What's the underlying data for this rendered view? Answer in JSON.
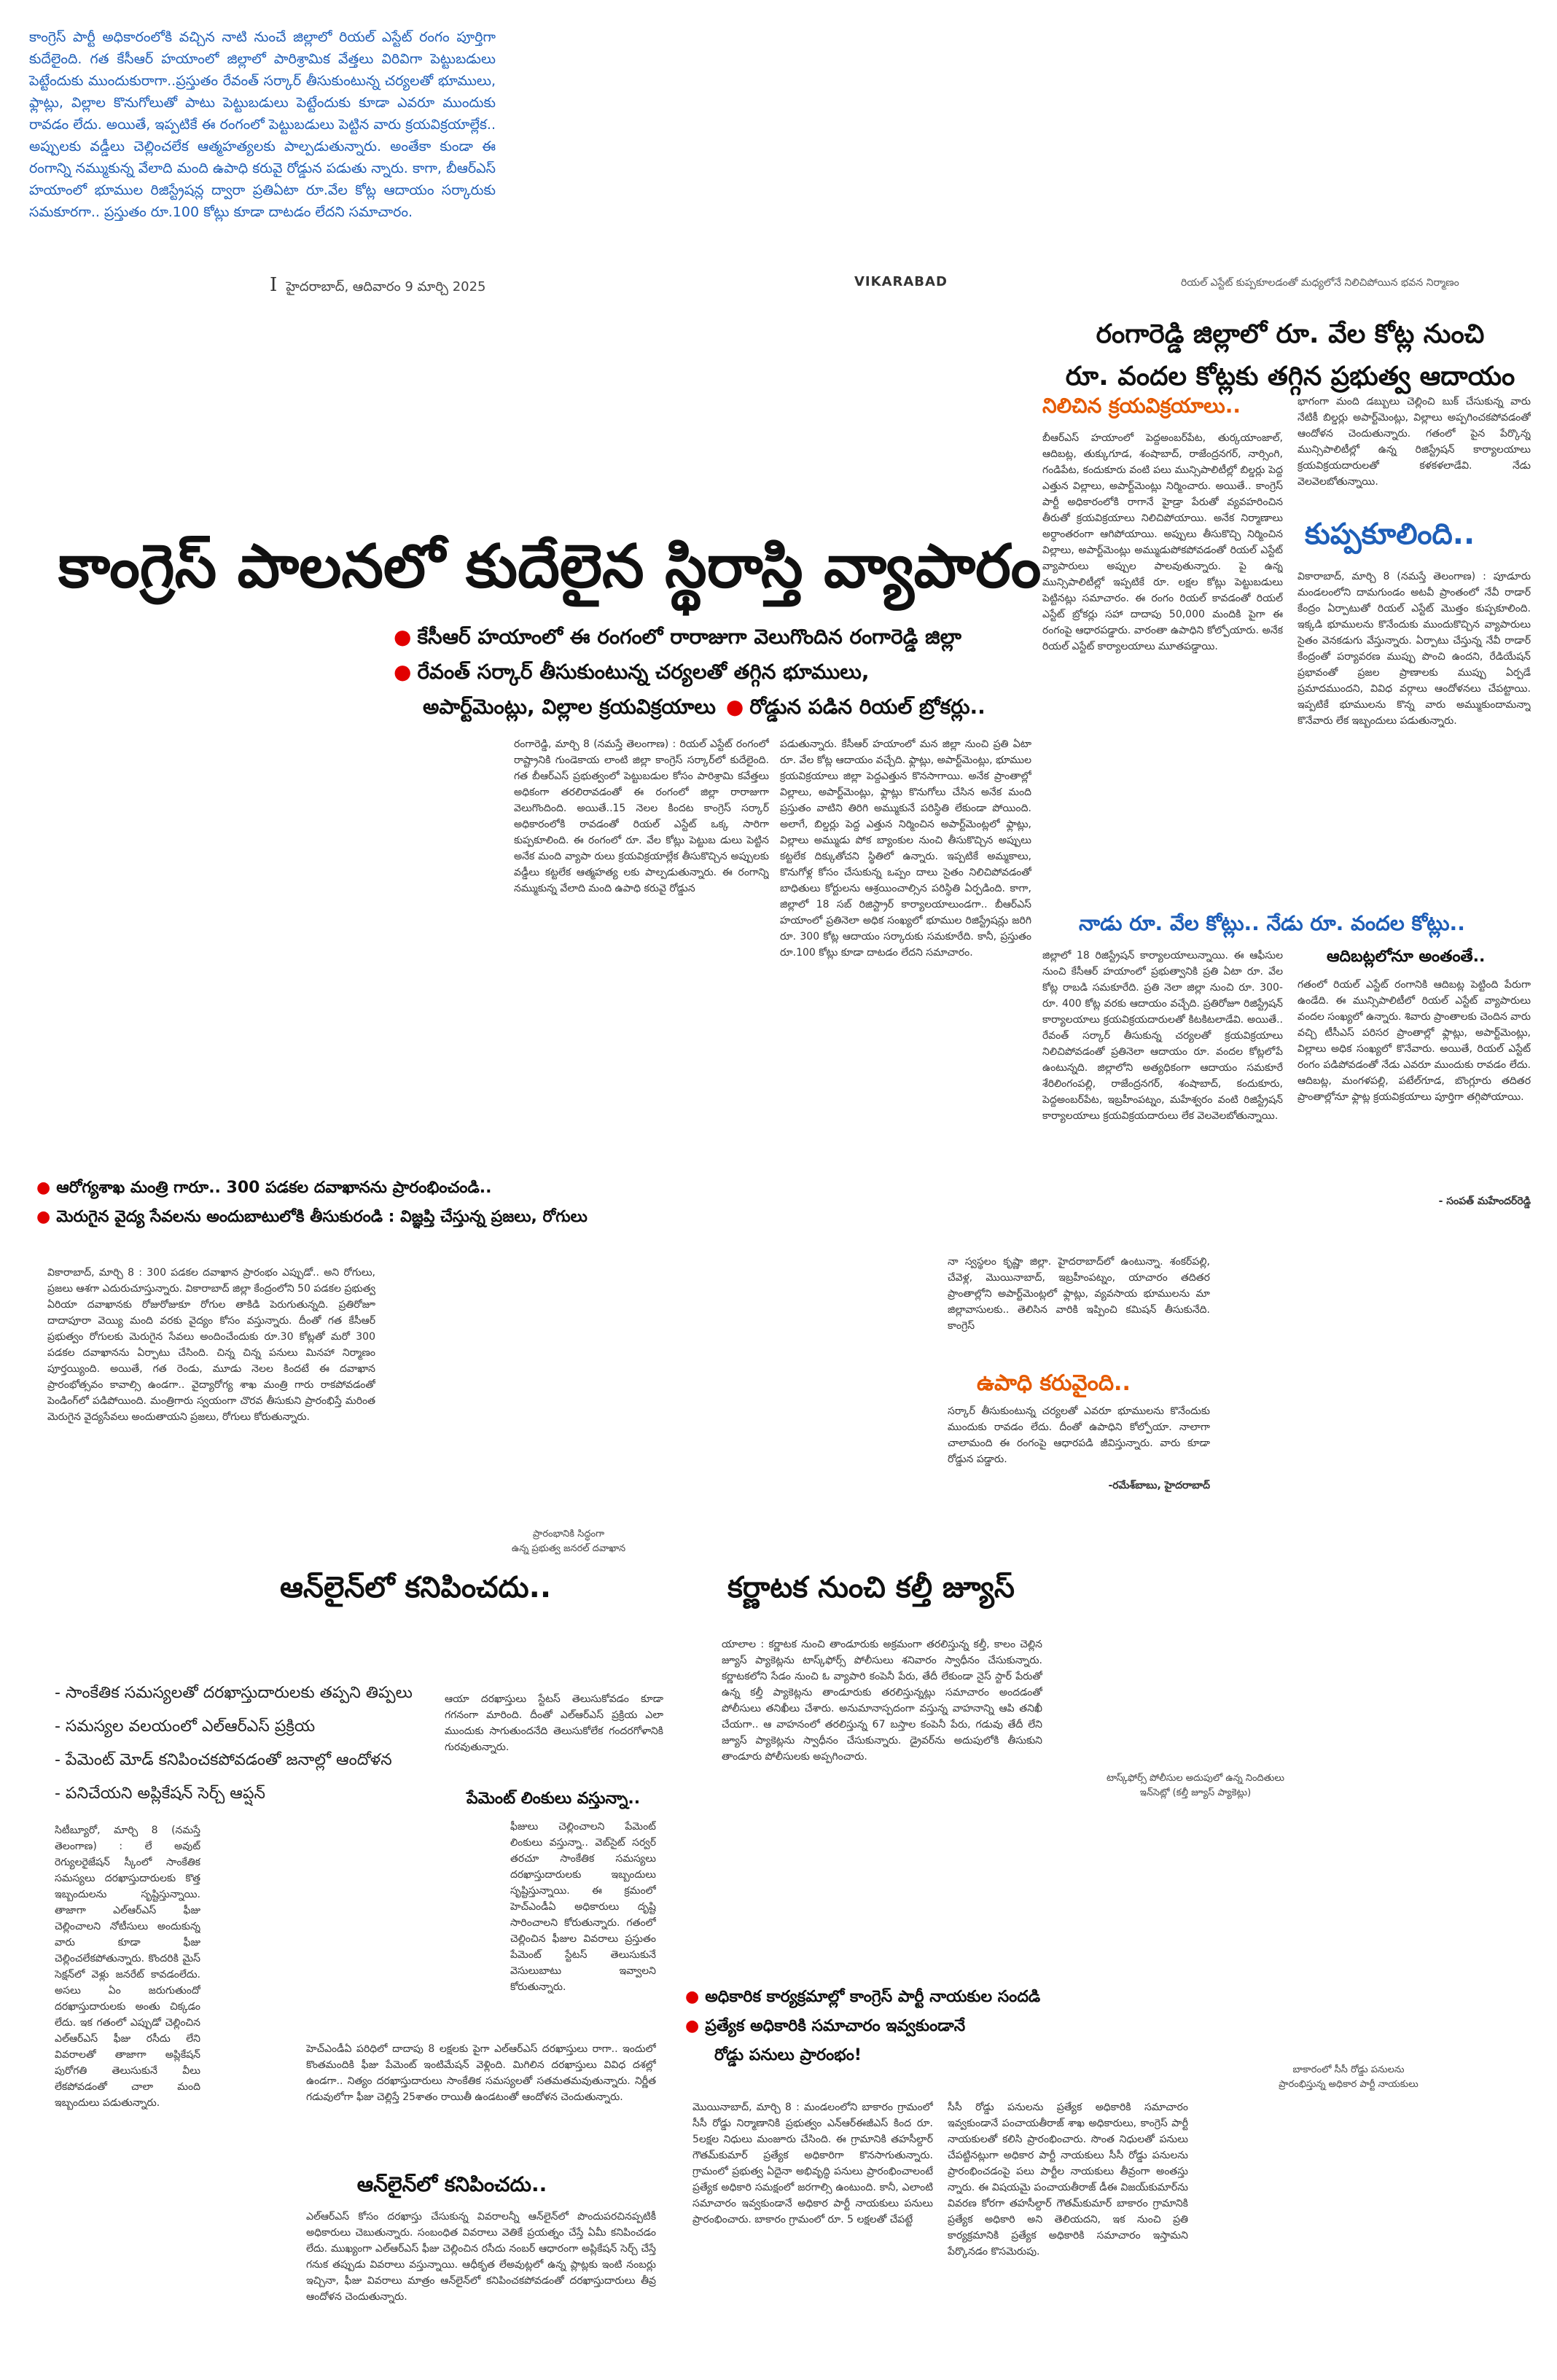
{
  "intro": {
    "text": "కాంగ్రెస్ పార్టీ అధికారంలోకి వచ్చిన నాటి నుంచే జిల్లాలో రియల్ ఎస్టేట్ రంగం పూర్తిగా కుదేలైంది. గత కేసీఆర్ హయాంలో జిల్లాలో పారిశ్రామిక వేత్తలు విరివిగా పెట్టుబడులు పెట్టేందుకు ముందుకురాగా..ప్రస్తుతం రేవంత్ సర్కార్ తీసుకుంటున్న చర్యలతో భూములు, ఫ్లాట్లు, విల్లాల కొనుగోలుతో పాటు పెట్టుబడులు పెట్టేందుకు కూడా ఎవరూ ముందుకు రావడం లేదు. అయితే, ఇప్పటికే ఈ రంగంలో పెట్టుబడులు పెట్టిన వారు క్రయవిక్రయాల్లేక.. అప్పులకు వడ్డీలు చెల్లించలేక ఆత్మహత్యలకు పాల్పడుతున్నారు. అంతేకా కుండా ఈ రంగాన్ని నమ్ముకున్న వేలాది మంది ఉపాధి కరువై రోడ్డున పడుతు న్నారు. కాగా, బీఆర్ఎస్ హయాంలో భూముల రిజిస్ట్రేషన్ల ద్వారా ప్రతిఏటా రూ.వేల కోట్ల ఆదాయం సర్కారుకు సమకూరగా.. ప్రస్తుతం రూ.100 కోట్లు కూడా దాటడం లేదని సమాచారం."
  },
  "masthead": {
    "dateline": "హైదరాబాద్, ఆదివారం 9 మార్చి 2025",
    "edition": "VIKARABAD",
    "photo_caption": "రియల్ ఎస్టేట్ కుప్పకూలడంతో మధ్యలోనే నిలిచిపోయిన భవన నిర్మాణం"
  },
  "main": {
    "headline": "కాంగ్రెస్ పాలనలో కుదేలైన స్థిరాస్తి వ్యాపారం",
    "bullets": [
      "కేసీఆర్ హయాంలో ఈ రంగంలో రారాజుగా వెలుగొందిన రంగారెడ్డి జిల్లా",
      "రేవంత్ సర్కార్ తీసుకుంటున్న చర్యలతో తగ్గిన భూములు,",
      "అపార్ట్‌మెంట్లు, విల్లాల క్రయవిక్రయాలు"
    ],
    "bullet_tail": "రోడ్డున పడిన రియల్ బ్రోకర్లు..",
    "body_left": "రంగారెడ్డి, మార్చి 8 (నమస్తే తెలంగాణ) : రియల్ ఎస్టేట్ రంగంలో రాష్ట్రానికి గుండెకాయ లాంటి జిల్లా కాంగ్రెస్ సర్కార్‌లో కుదేలైంది. గత బీఆర్ఎస్ ప్రభుత్వంలో పెట్టుబడుల కోసం పారిశ్రామి కవేత్తలు అధికంగా తరలిరావడంతో ఈ రంగంలో జిల్లా రారాజుగా వెలుగొందింది. అయితే..15 నెలల కిందట కాంగ్రెస్ సర్కార్ అధికారంలోకి రావడంతో రియల్ ఎస్టేట్ ఒక్క సారిగా కుప్పకూలింది. ఈ రంగంలో రూ. వేల కోట్లు పెట్టుబ డులు పెట్టిన అనేక మంది వ్యాపా రులు క్రయవిక్రయాల్లేక తీసుకొచ్చిన అప్పులకు వడ్డీలు కట్టలేక ఆత్మహత్య లకు పాల్పడుతున్నారు. ఈ రంగాన్ని నమ్ముకున్న వేలాది మంది ఉపాధి కరువై రోడ్డున",
    "body_right": "పడుతున్నారు. కేసీఆర్ హయాంలో మన జిల్లా నుంచి ప్రతి ఏటా రూ. వేల కోట్ల ఆదాయం వచ్చేది. ఫ్లాట్లు, అపార్ట్‌మెంట్లు, భూముల క్రయవిక్రయాలు జిల్లా పెద్దఎత్తున కొనసాగాయి. అనేక ప్రాంతాల్లో విల్లాలు, అపార్ట్‌మెంట్లు, ఫ్లాట్లు కొనుగోలు చేసిన అనేక మంది ప్రస్తుతం వాటిని తిరిగి అమ్ముకునే పరిస్థితి లేకుండా పోయింది. అలాగే, బిల్డర్లు పెద్ద ఎత్తున నిర్మించిన అపార్ట్‌మెంట్లలో ఫ్లాట్లు, విల్లాలు అమ్ముడు పోక బ్యాంకుల నుంచి తీసుకొచ్చిన అప్పులు కట్టలేక దిక్కుతోచని స్థితిలో ఉన్నారు. ఇప్పటికే అమ్మకాలు, కొనుగోళ్ల కోసం చేసుకున్న ఒప్పం దాలు సైతం నిలిచిపోవడంతో బాధితులు కోర్టులను ఆశ్రయించాల్సిన పరిస్థితి ఏర్పడింది. కాగా, జిల్లాలో 18 సబ్ రిజిస్ట్రార్ కార్యాలయాలుండగా.. బీఆర్ఎస్ హయాంలో ప్రతినెలా అధిక సంఖ్యలో భూముల రిజిస్ట్రేషన్లు జరిగి రూ. 300 కోట్ల ఆదాయం సర్కారుకు సమకూరేది. కానీ, ప్రస్తుతం రూ.100 కోట్లు కూడా దాటడం లేదని సమాచారం."
  },
  "right_top": {
    "headline_line1": "రంగారెడ్డి జిల్లాలో రూ. వేల కోట్ల నుంచి",
    "headline_line2": "రూ. వందల కోట్లకు తగ్గిన ప్రభుత్వ ఆదాయం",
    "sub1": "నిలిచిన క్రయవిక్రయాలు..",
    "col1": "బీఆర్ఎస్ హయాంలో పెద్దఅంబర్‌పేట, తుర్కయాంజాల్, ఆదిబట్ల, తుక్కుగూడ, శంషాబాద్, రాజేంద్రనగర్, నార్సింగి, గండిపేట, కందుకూరు వంటి పలు మున్సిపాలిటీల్లో బిల్డర్లు పెద్ద ఎత్తున విల్లాలు, అపార్ట్‌మెంట్లు నిర్మించారు. అయితే.. కాంగ్రెస్ పార్టీ అధికారంలోకి రాగానే హైడ్రా పేరుతో వ్యవహరించిన తీరుతో క్రయవిక్రయాలు నిలిచిపోయాయి. అనేక నిర్మాణాలు అర్ధాంతరంగా ఆగిపోయాయి. అప్పులు తీసుకొచ్చి నిర్మించిన విల్లాలు, అపార్ట్‌మెంట్లు అమ్ముడుపోకపోవడంతో రియల్ ఎస్టేట్ వ్యాపారులు అప్పుల పాలవుతున్నారు. పై ఉన్న మున్సిపాలిటీల్లో ఇప్పటికే రూ. లక్షల కోట్లు పెట్టుబడులు పెట్టినట్లు సమాచారం. ఈ రంగం రియల్ కావడంతో రియల్ ఎస్టేట్ బ్రోకర్లు సహా దాదాపు 50,000 మందికి పైగా ఈ రంగంపై ఆధారపడ్డారు. వారంతా ఉపాధిని కోల్పోయారు. అనేక రియల్ ఎస్టేట్ కార్యాలయాలు మూతపడ్డాయి.",
    "col2": "భాగంగా మంది డబ్బులు చెల్లించి బుక్ చేసుకున్న వారు నేటికీ బిల్డర్లు అపార్ట్‌మెంట్లు, విల్లాలు అప్పగించకపోవడంతో ఆందోళన చెందుతున్నారు. గతంలో పైన పేర్కొన్న మున్సిపాలిటీల్లో ఉన్న రిజిస్ట్రేషన్ కార్యాలయాలు క్రయవిక్రయదారులతో కళకళలాడేవి. నేడు వెలవెలబోతున్నాయి.",
    "sub2": "కుప్పకూలింది..",
    "col3": "వికారాబాద్, మార్చి 8 (నమస్తే తెలంగాణ) : పూడూరు మండలంలోని దామగుండం అటవీ ప్రాంతంలో నేవీ రాడార్ కేంద్రం ఏర్పాటుతో రియల్ ఎస్టేట్ మొత్తం కుప్పకూలింది. ఇక్కడి భూములను కొనేందుకు ముందుకొచ్చిన వ్యాపారులు సైతం వెనకడుగు వేస్తున్నారు. ఏర్పాటు చేస్తున్న నేవీ రాడార్ కేంద్రంతో పర్యావరణ ముప్పు పొంచి ఉందని, రేడియేషన్ ప్రభావంతో ప్రజల ప్రాణాలకు ముప్పు ఏర్పడే ప్రమాదముందని, వివిధ వర్గాలు ఆందోళనలు చేపట్టాయి. ఇప్పటికే భూములను కొన్న వారు అమ్ముకుందామన్నా కొనేవారు లేక ఇబ్బందులు పడుతున్నారు.",
    "sub3": "నాడు రూ. వేల కోట్లు.. నేడు రూ. వందల కోట్లు..",
    "col4": "జిల్లాలో 18 రిజిస్ట్రేషన్ కార్యాలయాలున్నాయి. ఈ ఆఫీసుల నుంచి కేసీఆర్ హయాంలో ప్రభుత్వానికి ప్రతి ఏటా రూ. వేల కోట్ల రాబడి సమకూరేది. ప్రతి నెలా జిల్లా నుంచి రూ. 300-రూ. 400 కోట్ల వరకు ఆదాయం వచ్చేది. ప్రతిరోజూ రిజిస్ట్రేషన్ కార్యాలయాలు క్రయవిక్రయదారులతో కిటకిటలాడేవి. అయితే.. రేవంత్ సర్కార్ తీసుకున్న చర్యలతో క్రయవిక్రయాలు నిలిచిపోవడంతో ప్రతినెలా ఆదాయం రూ. వందల కోట్లలోపే ఉంటున్నది. జిల్లాలోని అత్యధికంగా ఆదాయం సమకూరే శేరిలింగంపల్లి, రాజేంద్రనగర్, శంషాబాద్, కందుకూరు, పెద్దఅంబర్‌పేట, ఇబ్రహీంపట్నం, మహేశ్వరం వంటి రిజిస్ట్రేషన్ కార్యాలయాలు క్రయవిక్రయదారులు లేక వెలవెలబోతున్నాయి.",
    "sub4": "ఆదిబట్లలోనూ అంతంతే..",
    "col5": "గతంలో రియల్ ఎస్టేట్ రంగానికి ఆదిబట్ల పెట్టింది పేరుగా ఉండేది. ఈ మున్సిపాలిటీలో రియల్ ఎస్టేట్ వ్యాపారులు వందల సంఖ్యలో ఉన్నారు. శివారు ప్రాంతాలకు చెందిన వారు వచ్చి టీసీఎస్ పరిసర ప్రాంతాల్లో ఫ్లాట్లు, అపార్ట్‌మెంట్లు, విల్లాలు అధిక సంఖ్యలో కొనేవారు. అయితే, రియల్ ఎస్టేట్ రంగం పడిపోవడంతో నేడు ఎవరూ ముందుకు రావడం లేదు. ఆదిబట్ల, మంగళపల్లి, పటేల్‌గూడ, బొంగ్లూరు తదితర ప్రాంతాల్లోనూ ఫ్లాట్ల క్రయవిక్రయాలు పూర్తిగా తగ్గిపోయాయి.",
    "signature": "- సంపత్ మహేందర్‌రెడ్డి"
  },
  "health": {
    "bullet1": "ఆరోగ్యశాఖ మంత్రి గారూ.. 300 పడకల దవాఖానను ప్రారంభించండి..",
    "bullet2": "మెరుగైన వైద్య సేవలను అందుబాటులోకి తీసుకురండి : విజ్ఞప్తి చేస్తున్న ప్రజలు, రోగులు",
    "body": "వికారాబాద్, మార్చి 8 : 300 పడకల దవాఖాన ప్రారంభం ఎప్పుడో.. అని రోగులు, ప్రజలు ఆశగా ఎదురుచూస్తున్నారు. వికారాబాద్ జిల్లా కేంద్రంలోని 50 పడకల ప్రభుత్వ ఏరియా దవాఖానకు రోజురోజుకూ రోగుల తాకిడి పెరుగుతున్నది. ప్రతిరోజూ దాదాపూరా వెయ్యి మంది వరకు వైద్యం కోసం వస్తున్నారు. దీంతో గత కేసీఆర్ ప్రభుత్వం రోగులకు మెరుగైన సేవలు అందించేందుకు రూ.30 కోట్లతో మరో 300 పడకల దవాఖానను ఏర్పాటు చేసింది. చిన్న చిన్న పనులు మినహా నిర్మాణం పూర్తయ్యింది. అయితే, గత రెండు, మూడు నెలల కిందటే ఈ దవాఖాన ప్రారంభోత్సవం కావాల్సి ఉండగా.. వైద్యారోగ్య శాఖ మంత్రి గారు రాకపోవడంతో పెండింగ్‌లో పడిపోయింది. మంత్రిగారు స్వయంగా చొరవ తీసుకుని ప్రారంభిస్తే మరింత మెరుగైన వైద్యసేవలు అందుతాయని ప్రజలు, రోగులు కోరుతున్నారు.",
    "photo_caption_line1": "ప్రారంభానికి సిద్ధంగా",
    "photo_caption_line2": "ఉన్న ప్రభుత్వ జనరల్ దవాఖాన"
  },
  "mid_right": {
    "col_top": "నా స్వస్థలం కృష్ణా జిల్లా. హైదరాబాద్‌లో ఉంటున్నా. శంకర్‌పల్లి, చేవెళ్ల, మొయినాబాద్, ఇబ్రహీంపట్నం, యాచారం తదితర ప్రాంతాల్లోని అపార్ట్‌మెంట్లలో ఫ్లాట్లు, వ్యవసాయ భూములను మా జిల్లావాసులకు.. తెలిసిన వారికి ఇప్పించి కమిషన్ తీసుకునేది. కాంగ్రెస్",
    "sub": "ఉపాధి కరువైంది..",
    "col_bottom": "సర్కార్ తీసుకుంటున్న చర్యలతో ఎవరూ భూములను కొనేందుకు ముందుకు రావడం లేదు. దీంతో ఉపాధిని కోల్పోయా. నాలాగా చాలామంది ఈ రంగంపై ఆధారపడి జీవిస్తున్నారు. వారు కూడా రోడ్డున పడ్డారు.",
    "signature": "-రమేశ్‌బాబు, హైదరాబాద్"
  },
  "online": {
    "headline": "ఆన్‌లైన్‌లో కనిపించదు..",
    "bullets": [
      "- సాంకేతిక సమస్యలతో దరఖాస్తుదారులకు తప్పని తిప్పలు",
      "- సమస్యల వలయంలో ఎల్ఆర్ఎస్ ప్రక్రియ",
      "- పేమెంట్ మోడ్ కనిపించకపోవడంతో జనాల్లో ఆందోళన",
      "- పనిచేయని అప్లికేషన్ సెర్చ్ ఆప్షన్"
    ],
    "col1": "సిటీబ్యూరో, మార్చి 8 (నమస్తే తెలంగాణ) : లే అవుట్ రెగ్యులరైజేషన్ స్కీంలో సాంకేతిక సమస్యలు దరఖాస్తుదారులకు కొత్త ఇబ్బందులను సృష్టిస్తున్నాయి. తాజాగా ఎల్ఆర్ఎస్ ఫీజు చెల్లించాలని నోటీసులు అందుకున్న వారు కూడా ఫీజు చెల్లించలేకపోతున్నారు. కొందరికి మైస్ సెక్షన్‌లో వెళ్లు జనరేట్ కావడంలేదు. అసలు ఏం జరుగుతుందో దరఖాస్తుదారులకు అంతు చిక్కడం లేదు. ఇక గతంలో ఎప్పుడో చెల్లించిన ఎల్ఆర్ఎస్ ఫీజు రసీదు లేని వివరాలతో తాజాగా అప్లికేషన్ పురోగతి తెలుసుకునే వీలు లేకపోవడంతో చాలా మంది ఇబ్బందులు పడుతున్నారు.",
    "col2": "ఆయా దరఖాస్తులు స్టేటస్ తెలుసుకోవడం కూడా గగనంగా మారింది. దీంతో ఎల్ఆర్ఎస్ ప్రక్రియ ఎలా ముందుకు సాగుతుందనేది తెలుసుకోలేక గందరగోళానికి గురవుతున్నారు.",
    "sub": "పేమెంట్ లింకులు వస్తున్నా..",
    "col3": "ఫీజులు చెల్లించాలని పేమెంట్ లింకులు వస్తున్నా.. వెబ్‌సైట్ సర్వర్ తరచూ సాంకేతిక సమస్యలు దరఖాస్తుదారులకు ఇబ్బందులు సృష్టిస్తున్నాయి. ఈ క్రమంలో హెచ్ఎండీఏ అధికారులు దృష్టి సారించాలని కోరుతున్నారు. గతంలో చెల్లించిన ఫీజుల వివరాలు ప్రస్తుతం పేమెంట్ స్టేటస్ తెలుసుకునే వెసులుబాటు ఇవ్వాలని కోరుతున్నారు.",
    "col4": "హెచ్ఎండీఏ పరిధిలో దాదాపు 8 లక్షలకు పైగా ఎల్ఆర్ఎస్ దరఖాస్తులు రాగా.. ఇందులో కొంతమందికి ఫీజు పేమెంట్ ఇంటిమేషన్ వెళ్లింది. మిగిలిన దరఖాస్తులు వివిధ దశల్లో ఉండగా.. నిత్యం దరఖాస్తుదారులు సాంకేతిక సమస్యలతో సతమతమవుతున్నారు. నిర్ణీత గడువులోగా ఫీజు చెల్లిస్తే 25శాతం రాయితీ ఉండటంతో ఆందోళన చెందుతున్నారు.",
    "headline2": "ఆన్‌లైన్‌లో కనిపించదు..",
    "col5": "ఎల్ఆర్ఎస్ కోసం దరఖాస్తు చేసుకున్న వివరాలన్నీ ఆన్‌లైన్‌లో పొందుపరచినప్పటికీ అధికారులు చెబుతున్నారు. సంబంధిత వివరాలు వెతికే ప్రయత్నం చేస్తే ఏమీ కనిపించడం లేదు. ముఖ్యంగా ఎల్ఆర్ఎస్ ఫీజు చెల్లించిన రసీదు నంబర్ ఆధారంగా అప్లికేషన్ సెర్చ్ చేస్తే గనుక తప్పుడు వివరాలు వస్తున్నాయి. ఆధీకృత లేఅవుట్లలో ఉన్న ప్లాట్లకు ఇంటి నంబర్లు ఇచ్చినా, ఫీజు వివరాలు మాత్రం ఆన్‌లైన్‌లో కనిపించకపోవడంతో దరఖాస్తుదారులు తీవ్ర ఆందోళన చెందుతున్నారు."
  },
  "karnataka": {
    "headline": "కర్ణాటక నుంచి కల్తీ జ్యూస్",
    "body": "యాలాల : కర్ణాటక నుంచి తాండూరుకు అక్రమంగా తరలిస్తున్న కల్తీ, కాలం చెల్లిన జ్యూస్ ప్యాకెట్లను టాస్క్‌ఫోర్స్ పోలీసులు శనివారం స్వాధీనం చేసుకున్నారు. కర్ణాటకలోని సేడం నుంచి ఓ వ్యాపారి కంపెనీ పేరు, తేదీ లేకుండా నైస్ స్టార్ పేరుతో ఉన్న కల్తీ ప్యాకెట్లను తాండూరుకు తరలిస్తున్నట్లు సమాచారం అందడంతో పోలీసులు తనిఖీలు చేశారు. అనుమానాస్పదంగా వస్తున్న వాహనాన్ని ఆపి తనిఖీ చేయగా.. ఆ వాహనంలో తరలిస్తున్న 67 బస్తాల కంపెనీ పేరు, గడువు తేదీ లేని జ్యూస్ ప్యాకెట్లను స్వాధీనం చేసుకున్నారు. డ్రైవర్‌ను అదుపులోకి తీసుకుని తాండూరు పోలీసులకు అప్పగించారు.",
    "photo_caption_line1": "టాస్క్‌ఫోర్స్ పోలీసుల అదుపులో ఉన్న నిందితులు",
    "photo_caption_line2": "ఇన్‌సెట్లో (కల్తీ జ్యూస్ ప్యాకెట్లు)"
  },
  "road": {
    "bullet1": "అధికారిక కార్యక్రమాల్లో కాంగ్రెస్ పార్టీ నాయకుల సందడి",
    "bullet2": "ప్రత్యేక అధికారికి సమాచారం ఇవ్వకుండానే",
    "bullet3": "రోడ్డు పనులు ప్రారంభం!",
    "photo_caption_line1": "బాకారంలో సీసీ రోడ్డు పనులను",
    "photo_caption_line2": "ప్రారంభిస్తున్న అధికార పార్టీ నాయకులు",
    "col1": "మొయినాబాద్, మార్చి 8 : మండలంలోని బాకారం గ్రామంలో సీసీ రోడ్డు నిర్మాణానికి ప్రభుత్వం ఎన్ఆర్ఈజీఎస్ కింద రూ. 5లక్షల నిధులు మంజూరు చేసింది. ఈ గ్రామానికి తహసీల్దార్ గౌతమ్‌కుమార్ ప్రత్యేక అధికారిగా కొనసాగుతున్నారు. గ్రామంలో ప్రభుత్వ ఏదైనా అభివృద్ధి పనులు ప్రారంభించాలంటే ప్రత్యేక అధికారి సమక్షంలో జరగాల్సి ఉంటుంది. కానీ, ఎలాంటి సమాచారం ఇవ్వకుండానే అధికార పార్టీ నాయకులు పనులు ప్రారంభించారు. బాకారం గ్రామంలో రూ. 5 లక్షలతో చేపట్టే",
    "col2": "సీసీ రోడ్డు పనులను ప్రత్యేక అధికారికి సమాచారం ఇవ్వకుండానే పంచాయతీరాజ్ శాఖ అధికారులు, కాంగ్రెస్ పార్టీ నాయకులతో కలిసి ప్రారంభించారు. సొంత నిధులతో పనులు చేపట్టినట్లుగా అధికార పార్టీ నాయకులు సీసీ రోడ్డు పనులను ప్రారంభించడంపై పలు పార్టీల నాయకులు తీవ్రంగా అంతస్తు న్నారు. ఈ విషయమై పంచాయతీరాజ్ డీఈ విజయ్‌కుమార్‌ను వివరణ కోరగా తహసీల్దార్ గౌతమ్‌కుమార్ బాకారం గ్రామానికి ప్రత్యేక అధికారి అని తెలియదని, ఇక నుంచి ప్రతి కార్యక్రమానికి ప్రత్యేక అధికారికి సమాచారం ఇస్తామని పేర్కొనడం కొసమెరుపు."
  }
}
